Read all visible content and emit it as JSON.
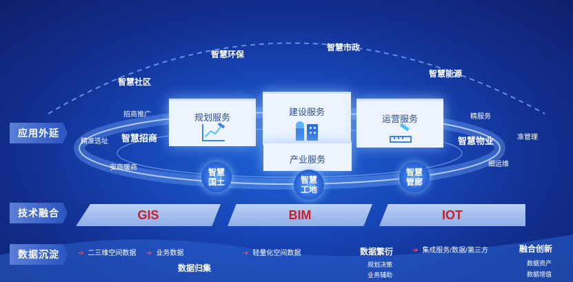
{
  "layers": {
    "application": "应用外延",
    "technology": "技术融合",
    "data": "数据沉淀"
  },
  "arc_labels": {
    "community": "智慧社区",
    "environment": "智慧环保",
    "municipal": "智慧市政",
    "energy": "智慧能源"
  },
  "left_ring": {
    "investment": "智慧招商",
    "promotion": "招商推广",
    "site_selection": "精准选址",
    "care": "安商暖商"
  },
  "right_ring": {
    "property": "智慧物业",
    "fine_service": "精服务",
    "precise_management": "准管理",
    "fine_operation": "细运维"
  },
  "cards": {
    "planning": "规划服务",
    "construction": "建设服务",
    "operation": "运营服务",
    "industry": "产业服务"
  },
  "badges": {
    "land_line1": "智慧",
    "land_line2": "国土",
    "site_line1": "智慧",
    "site_line2": "工地",
    "corridor_line1": "智慧",
    "corridor_line2": "管廊"
  },
  "platforms": {
    "gis": "GIS",
    "bim": "BIM",
    "iot": "IOT"
  },
  "data_row": {
    "spatial_3d": "二三维空间数据",
    "business": "业务数据",
    "aggregation": "数据归集",
    "lightweight": "轻量化空间数据",
    "prosperity": "数据繁衍",
    "planning_decision": "规划决策",
    "business_assist": "业务辅助",
    "integration": "集成服务/数据/第三方",
    "innovation": "融合创新",
    "assets": "数据资产",
    "appreciation": "数据增值"
  },
  "colors": {
    "background": "#1747b8",
    "platform_text": "#c8202a",
    "arrow": "#ff4b4b",
    "card": "#eef4ff"
  }
}
